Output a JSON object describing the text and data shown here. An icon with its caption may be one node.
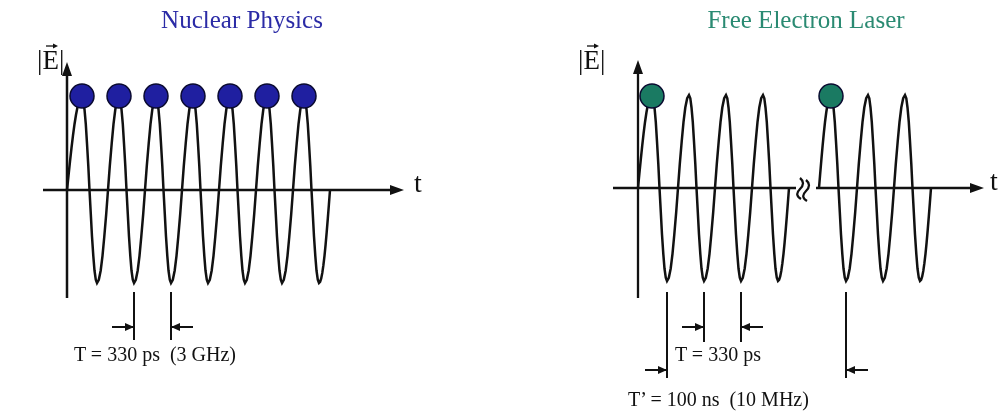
{
  "diagram": {
    "labels": [
      "Nuclear Physics",
      "Free Electron Laser",
      "|E|",
      "t",
      "T = 330 ps  (3 GHz)",
      "|E|",
      "t",
      "T = 330 ps",
      "T’ = 100 ns  (10 MHz)"
    ]
  }
}
